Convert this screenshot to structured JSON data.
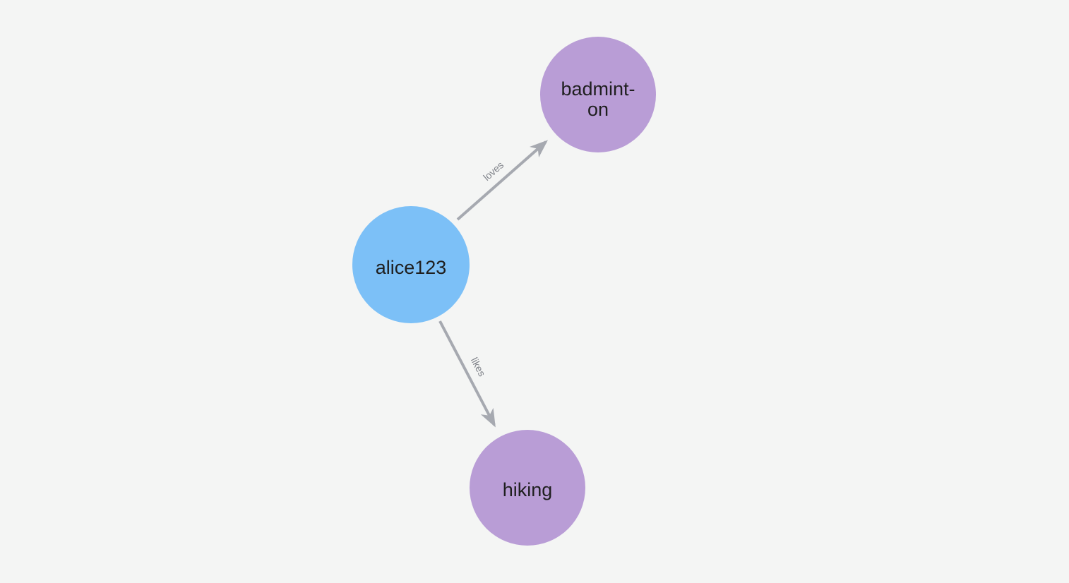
{
  "canvas": {
    "background_color": "#f4f5f4",
    "edge_color": "#a6a9b0",
    "edge_label_color": "#7e8188",
    "node_label_color": "#1f1f1f",
    "person_node_color": "#7cc0f7",
    "hobby_node_color": "#b99dd6"
  },
  "graph": {
    "nodes": [
      {
        "label": "alice123",
        "color": "#7cc0f7"
      },
      {
        "label_line1": "badmint-",
        "label_line2": "on",
        "color": "#b99dd6"
      },
      {
        "label": "hiking",
        "color": "#b99dd6"
      }
    ],
    "edges": [
      {
        "from": "alice123",
        "to": "badminton",
        "label": "loves"
      },
      {
        "from": "alice123",
        "to": "hiking",
        "label": "likes"
      }
    ]
  }
}
